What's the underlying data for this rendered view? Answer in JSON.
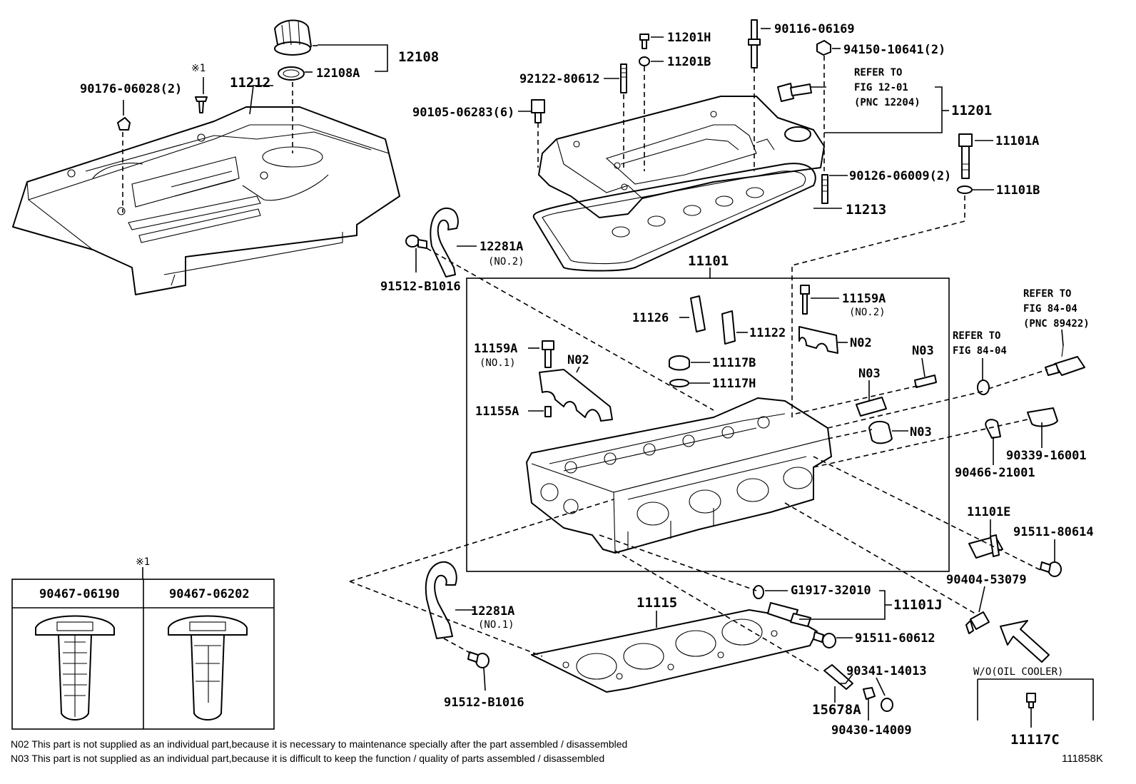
{
  "diagram": {
    "labels": {
      "p12108": "12108",
      "p12108A": "12108A",
      "p11212": "11212",
      "p90176": "90176-06028(2)",
      "mark1": "※1",
      "p11201H": "11201H",
      "p11201B": "11201B",
      "p90116": "90116-06169",
      "p94150": "94150-10641(2)",
      "p92122": "92122-80612",
      "p90105": "90105-06283(6)",
      "refer1_a": "REFER TO",
      "refer1_b": "FIG 12-01",
      "refer1_c": "(PNC 12204)",
      "p11201": "11201",
      "p11101A": "11101A",
      "p90126": "90126-06009(2)",
      "p11101B": "11101B",
      "p11213": "11213",
      "p12281A_top": "12281A",
      "no2_top": "(NO.2)",
      "p91512_top": "91512-B1016",
      "p11101": "11101",
      "p11159A_no2": "11159A",
      "no2_b": "(NO.2)",
      "p11126": "11126",
      "p11122": "11122",
      "n02_right": "N02",
      "p11159A_no1": "11159A",
      "no1_a": "(NO.1)",
      "n02_left": "N02",
      "p11117B": "11117B",
      "p11117H": "11117H",
      "n03_a": "N03",
      "n03_b": "N03",
      "n03_c": "N03",
      "p11155A": "11155A",
      "refer2_a": "REFER TO",
      "refer2_b": "FIG 84-04",
      "refer3_a": "REFER TO",
      "refer3_b": "FIG 84-04",
      "refer3_c": "(PNC 89422)",
      "p90339": "90339-16001",
      "p90466": "90466-21001",
      "p11101E": "11101E",
      "p91511_80614": "91511-80614",
      "p90404": "90404-53079",
      "mark1b": "※1",
      "p11115": "11115",
      "pG1917": "G1917-32010",
      "p11101J": "11101J",
      "p91511_60612": "91511-60612",
      "p12281A_bot": "12281A",
      "no1_b": "(NO.1)",
      "p91512_bot": "91512-B1016",
      "p90341": "90341-14013",
      "p15678A": "15678A",
      "p90430": "90430-14009",
      "wo_oil": "W/O(OIL COOLER)",
      "p11117C": "11117C"
    },
    "table": {
      "col1": "90467-06190",
      "col2": "90467-06202"
    },
    "notes": [
      "N02 This part is not supplied as an individual part,because it is necessary to maintenance specially after the part assembled / disassembled",
      "N03 This part is not supplied as an individual part,because it is difficult to keep the function / quality of parts assembled / disassembled"
    ],
    "figure_code": "111858K"
  }
}
